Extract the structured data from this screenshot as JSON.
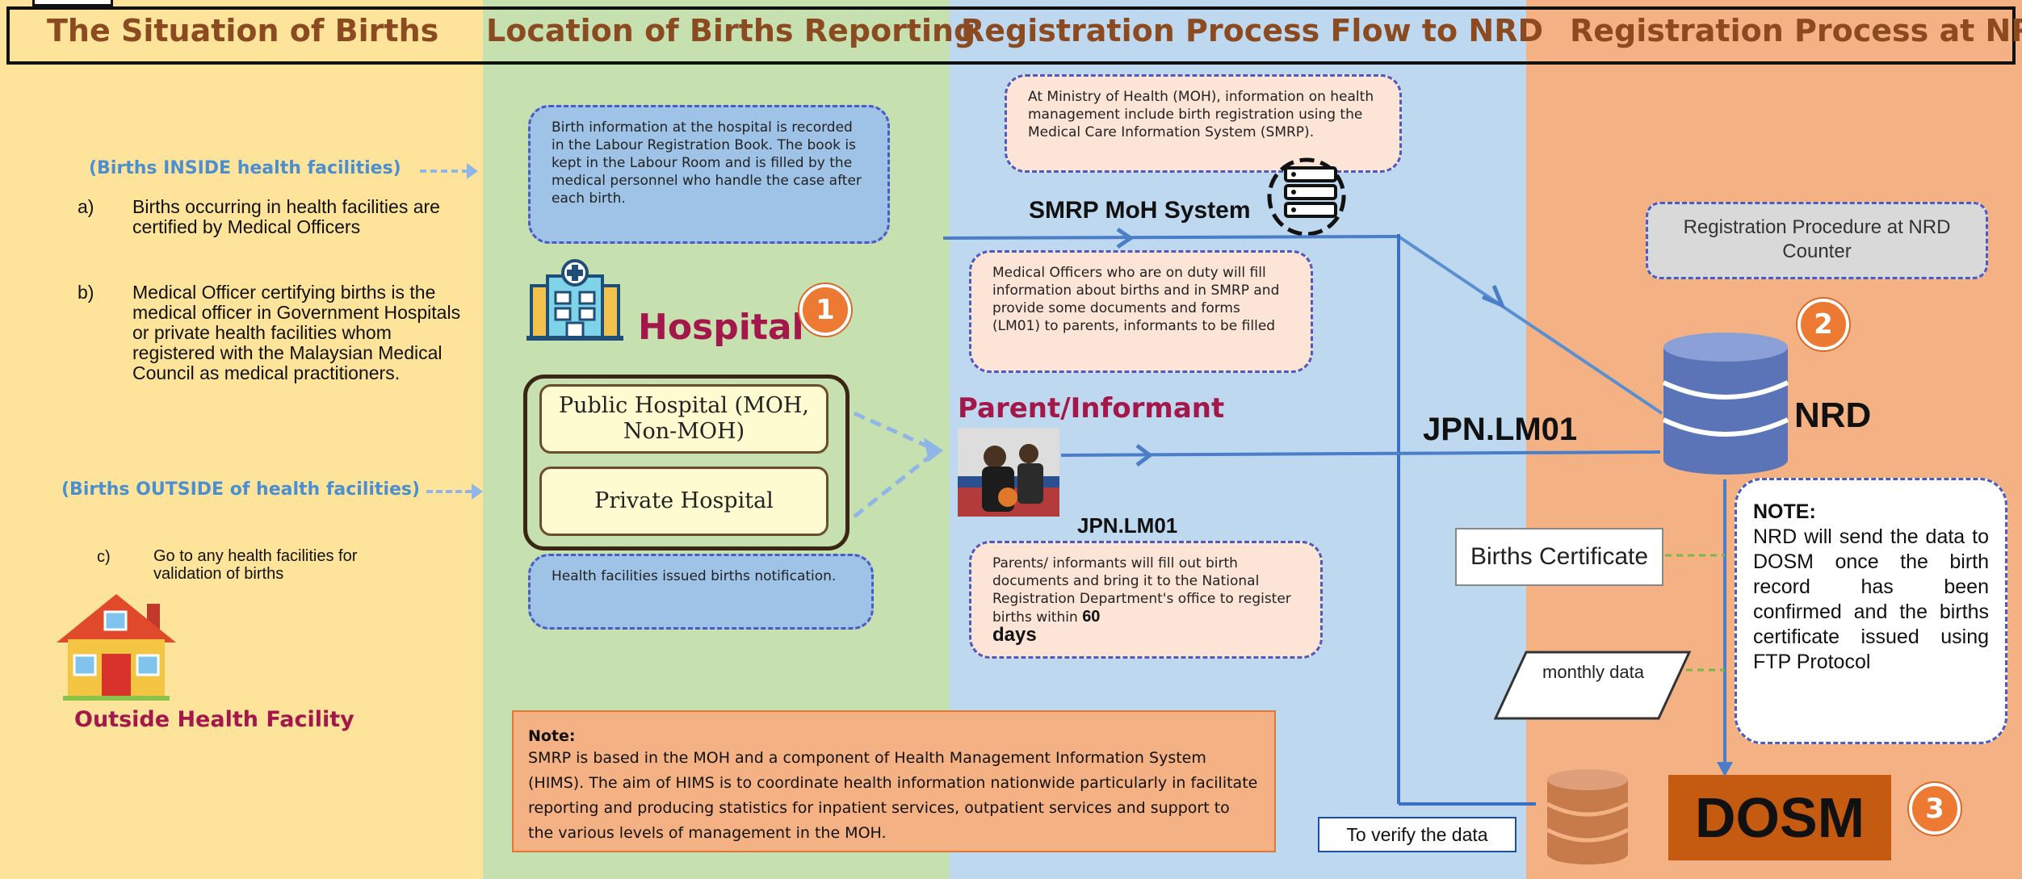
{
  "header": {
    "col1": "The Situation of Births",
    "col2": "Location of Births Reporting",
    "col3": "Registration Process Flow to NRD",
    "col4": "Registration Process at NRD"
  },
  "situation": {
    "inside_heading": "(Births INSIDE health facilities)",
    "items": [
      {
        "marker": "a)",
        "text": "Births occurring in health facilities are certified by Medical Officers"
      },
      {
        "marker": "b)",
        "text": "Medical Officer certifying births is the medical officer in Government Hospitals or private health facilities whom registered with the Malaysian Medical Council as medical practitioners."
      }
    ],
    "outside_heading": "(Births OUTSIDE of health facilities)",
    "item_c": {
      "marker": "c)",
      "text": "Go to any health facilities for validation of births"
    },
    "outside_label": "Outside Health Facility"
  },
  "location": {
    "box_top": "Birth information at the hospital is recorded in the Labour Registration Book. The book is kept in the Labour Room and is filled by the medical personnel who handle the case after each birth.",
    "hospital_label": "Hospital",
    "badge": "1",
    "public_hospital": "Public Hospital (MOH, Non-MOH)",
    "private_hospital": "Private Hospital",
    "box_bottom": "Health facilities issued births notification."
  },
  "flow": {
    "box_moh": "At Ministry of Health (MOH), information on health management include birth registration using the Medical Care Information System (SMRP).",
    "smrp_label": "SMRP MoH System",
    "box_officers": "Medical Officers who are on duty will fill information about births and in SMRP and provide some documents and forms (LM01) to parents, informants to be filled",
    "parent_label": "Parent/Informant",
    "jpn_small": "JPN.LM01",
    "jpn_large": "JPN.LM01",
    "box_parents": "Parents/ informants will fill out birth documents and bring it to the National Registration Department's office to register births within",
    "box_parents_num": "60",
    "box_parents_days": "days",
    "note_title": "Note:",
    "note_text": "SMRP is based in the MOH and a component of Health Management Information System (HIMS). The aim of HIMS is to coordinate health information nationwide particularly in facilitate reporting and producing statistics for inpatient services, outpatient services and support to the various levels of management in the MOH."
  },
  "nrd": {
    "procedure": "Registration Procedure at NRD Counter",
    "badge2": "2",
    "nrd_label": "NRD",
    "certificate": "Births Certificate",
    "monthly": "monthly data",
    "note_title": "NOTE:",
    "note_text": "NRD will send the data to DOSM once the birth record has been confirmed and the births certificate issued using FTP Protocol",
    "verify": "To verify the data",
    "dosm": "DOSM",
    "badge3": "3"
  },
  "colors": {
    "col1": "#fde49a",
    "col2": "#c6e0b0",
    "col3": "#bed8ef",
    "col4": "#f3b184",
    "accent_blue": "#4b8fd1",
    "maroon": "#a3174a",
    "dosm_bg": "#c55a11",
    "badge": "#ec7a33"
  }
}
